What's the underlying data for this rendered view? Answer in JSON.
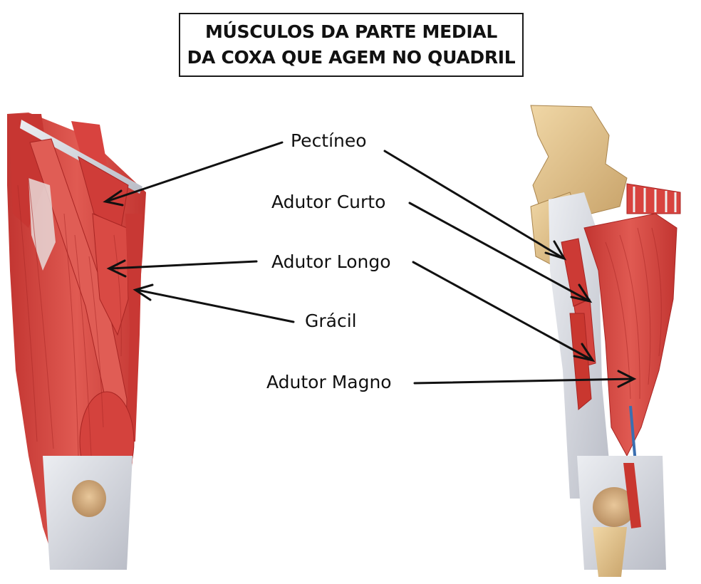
{
  "title": {
    "line1": "MÚSCULOS DA PARTE MEDIAL",
    "line2": "DA COXA QUE AGEM NO QUADRIL"
  },
  "labels": {
    "pectineo": "Pectíneo",
    "adutor_curto": "Adutor Curto",
    "adutor_longo": "Adutor Longo",
    "gracil": "Grácil",
    "adutor_magno": "Adutor Magno"
  },
  "colors": {
    "muscle": "#d8433f",
    "muscle_dark": "#b42a29",
    "muscle_light": "#e66a62",
    "tendon": "#dcdde2",
    "bone": "#e2c38d",
    "arrow": "#111111"
  }
}
